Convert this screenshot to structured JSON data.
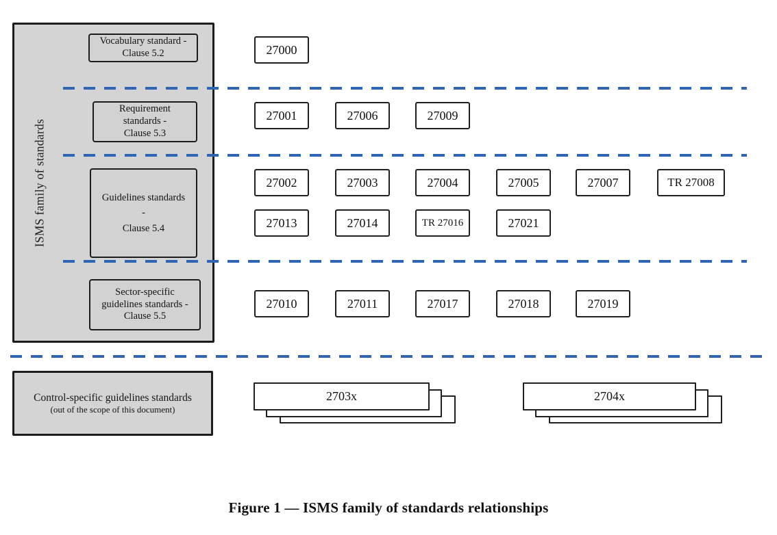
{
  "colors": {
    "dash_blue": "#2f66b3",
    "panel_gray": "#d4d4d4",
    "border_dark": "#1c1c1c",
    "box_white": "#ffffff"
  },
  "diagram": {
    "side_label": "ISMS family of standards",
    "categories": {
      "vocabulary": "Vocabulary standard -\nClause 5.2",
      "requirement": "Requirement\nstandards -\nClause 5.3",
      "guidelines": "Guidelines standards\n-\nClause 5.4",
      "sector": "Sector-specific\nguidelines standards -\nClause 5.5"
    },
    "standards": {
      "vocabulary": [
        "27000"
      ],
      "requirement": [
        "27001",
        "27006",
        "27009"
      ],
      "guidelines_r1": [
        "27002",
        "27003",
        "27004",
        "27005",
        "27007",
        "TR 27008"
      ],
      "guidelines_r2": [
        "27013",
        "27014",
        "TR 27016",
        "27021"
      ],
      "sector": [
        "27010",
        "27011",
        "27017",
        "27018",
        "27019"
      ]
    },
    "out_of_scope": {
      "title": "Control-specific guidelines standards",
      "subtitle": "(out of the scope of this document)",
      "stacks": [
        "2703x",
        "2704x"
      ]
    }
  },
  "caption": "Figure 1 — ISMS family of standards relationships"
}
